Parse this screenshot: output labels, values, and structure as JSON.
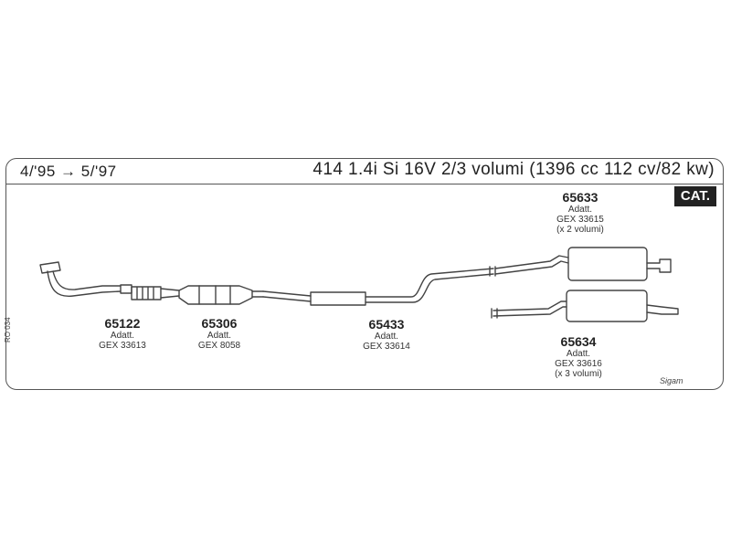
{
  "header": {
    "date_range": "4/'95 → 5/'97",
    "model": "414 1.4i Si 16V 2/3 volumi (1396 cc 112 cv/82 kw)",
    "cat_badge": "CAT."
  },
  "side_code": "RO 034",
  "brand": "Sigam",
  "parts": [
    {
      "code": "65122",
      "adapter": "Adatt.",
      "ref": "GEX 33613",
      "note": ""
    },
    {
      "code": "65306",
      "adapter": "Adatt.",
      "ref": "GEX 8058",
      "note": ""
    },
    {
      "code": "65433",
      "adapter": "Adatt.",
      "ref": "GEX 33614",
      "note": ""
    },
    {
      "code": "65633",
      "adapter": "Adatt.",
      "ref": "GEX 33615",
      "note": "(x 2 volumi)"
    },
    {
      "code": "65634",
      "adapter": "Adatt.",
      "ref": "GEX 33616",
      "note": "(x 3 volumi)"
    }
  ],
  "colors": {
    "line": "#444444",
    "fill": "#ffffff",
    "badge": "#222222"
  }
}
